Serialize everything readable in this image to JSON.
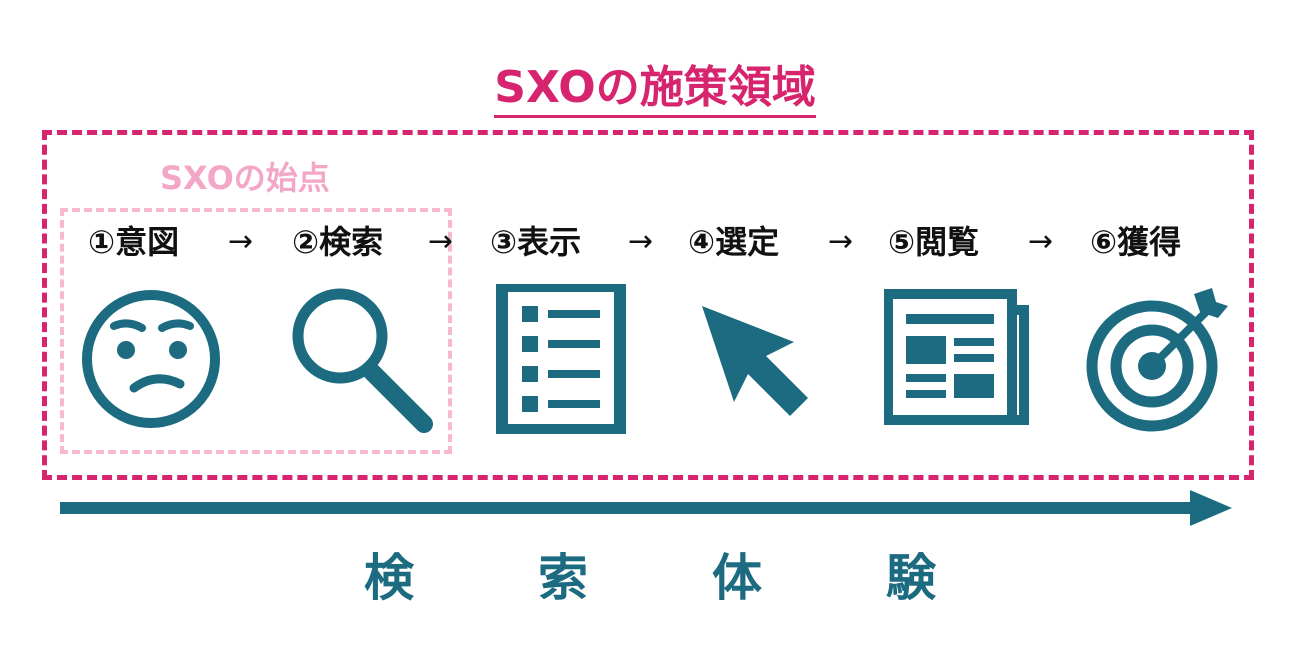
{
  "title": "SXOの施策領域",
  "origin_label": "SXOの始点",
  "arrow_glyph": "→",
  "steps": [
    {
      "label": "①意図",
      "icon": "confused-face-icon"
    },
    {
      "label": "②検索",
      "icon": "magnifier-icon"
    },
    {
      "label": "③表示",
      "icon": "list-document-icon"
    },
    {
      "label": "④選定",
      "icon": "cursor-pointer-icon"
    },
    {
      "label": "⑤閲覧",
      "icon": "newspaper-icon"
    },
    {
      "label": "⑥獲得",
      "icon": "target-icon"
    }
  ],
  "experience": [
    "検",
    "索",
    "体",
    "験"
  ],
  "colors": {
    "accent": "#d6246e",
    "origin": "#f4a6c6",
    "icon": "#1c6b80",
    "text": "#111111"
  }
}
